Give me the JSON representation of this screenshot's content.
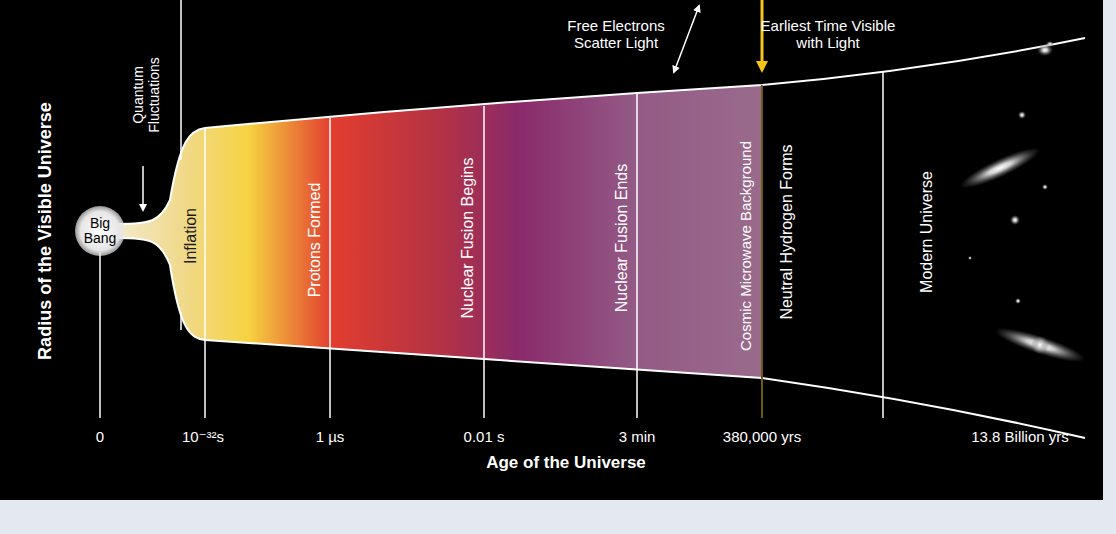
{
  "diagram": {
    "nodes": [
      {
        "text": [
          "Big Bang"
        ]
      }
    ],
    "labels": [
      "Radius of the Visible Universe",
      "Quantum Fluctuations",
      "Inflation",
      "Protons Formed",
      "Nuclear Fusion Begins",
      "Nuclear Fusion Ends",
      "Cosmic Microwave Background",
      "Neutral Hydrogen Forms",
      "Modern Universe",
      "Free Electrons Scatter Light",
      "Earliest Time Visible with Light",
      "0",
      "10⁻³²s",
      "1 µs",
      "0.01 s",
      "3 min",
      "380,000 yrs",
      "13.8 Billion yrs",
      "Age of the Universe"
    ]
  }
}
